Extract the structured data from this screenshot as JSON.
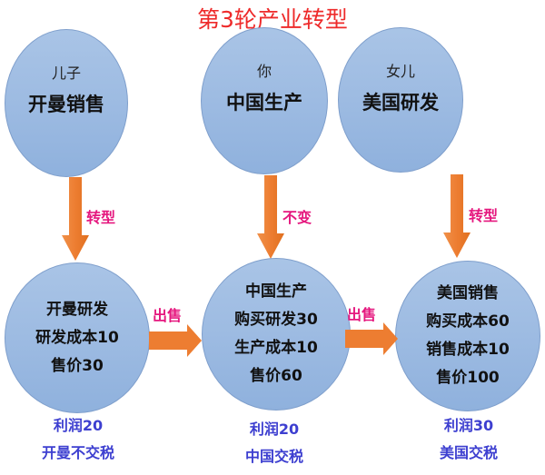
{
  "title": "第3轮产业转型",
  "colors": {
    "title": "#ee2a2a",
    "circle_fill": "#9dbbe2",
    "arrow": "#ed7d31",
    "arrow_label": "#e5177e",
    "footer_text": "#3d3fd0"
  },
  "top_circles": [
    {
      "role": "儿子",
      "task": "开曼销售"
    },
    {
      "role": "你",
      "task": "中国生产"
    },
    {
      "role": "女儿",
      "task": "美国研发"
    }
  ],
  "down_arrows": [
    {
      "label": "转型",
      "icon": "arrow-down-icon"
    },
    {
      "label": "不变",
      "icon": "arrow-down-icon"
    },
    {
      "label": "转型",
      "icon": "arrow-down-icon"
    }
  ],
  "bottom_circles": [
    {
      "lines": [
        "开曼研发",
        "研发成本10",
        "售价30"
      ]
    },
    {
      "lines": [
        "中国生产",
        "购买研发30",
        "生产成本10",
        "售价60"
      ]
    },
    {
      "lines": [
        "美国销售",
        "购买成本60",
        "销售成本10",
        "售价100"
      ]
    }
  ],
  "right_arrows": [
    {
      "label": "出售",
      "icon": "arrow-right-icon"
    },
    {
      "label": "出售",
      "icon": "arrow-right-icon"
    }
  ],
  "footers": [
    {
      "profit": "利润20",
      "tax": "开曼不交税"
    },
    {
      "profit": "利润20",
      "tax": "中国交税"
    },
    {
      "profit": "利润30",
      "tax": "美国交税"
    }
  ]
}
